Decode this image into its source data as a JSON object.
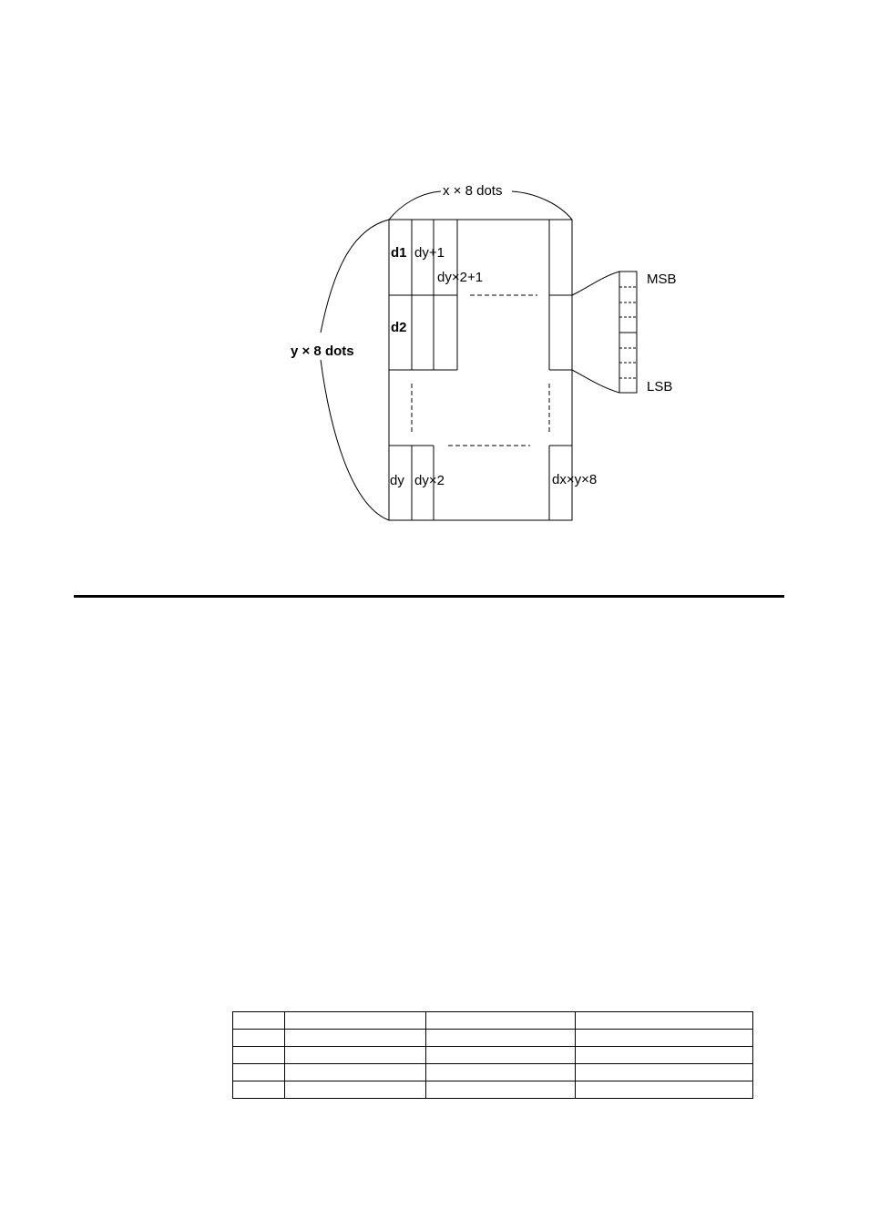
{
  "diagram": {
    "labels": {
      "width": "x × 8 dots",
      "height": "y × 8 dots",
      "d1": "d1",
      "dy_plus_1": "dy+1",
      "dy_x2_plus_1": "dy×2+1",
      "d2": "d2",
      "dy": "dy",
      "dy_x2": "dy×2",
      "last": "dx×y×8",
      "msb": "MSB",
      "lsb": "LSB"
    }
  },
  "table": {
    "rows": [
      [
        "",
        "",
        "",
        ""
      ],
      [
        "",
        "",
        "",
        ""
      ],
      [
        "",
        "",
        "",
        ""
      ],
      [
        "",
        "",
        "",
        ""
      ],
      [
        "",
        "",
        "",
        ""
      ]
    ]
  }
}
